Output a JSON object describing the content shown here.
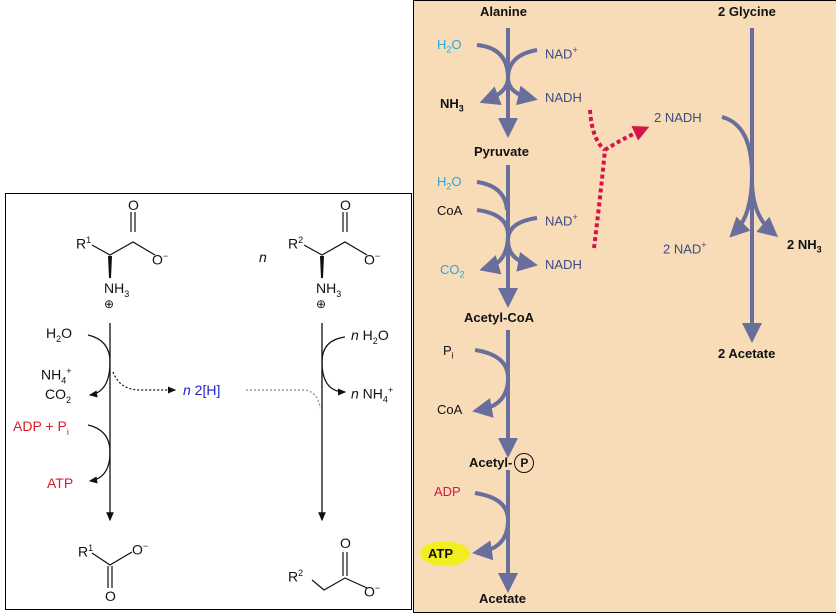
{
  "left_panel": {
    "reactant1": {
      "r": "R",
      "r_sup": "1",
      "carbonyl_o": "O",
      "o_minus": "O",
      "minus": "−",
      "nh3": "NH",
      "nh3_sub": "3",
      "charge": "⊕"
    },
    "multiplier_n": "n",
    "reactant2": {
      "r": "R",
      "r_sup": "2",
      "carbonyl_o": "O",
      "o_minus": "O",
      "minus": "−",
      "nh3": "NH",
      "nh3_sub": "3",
      "charge": "⊕"
    },
    "left_inputs": {
      "h2o": "H",
      "h2o_sub": "2",
      "h2o_o": "O",
      "nh4": "NH",
      "nh4_sub": "4",
      "nh4_sup": "+",
      "co2": "CO",
      "co2_sub": "2",
      "adp_pi": "ADP + P",
      "pi_sub": "i",
      "atp": "ATP"
    },
    "reducing_equivalents": {
      "n": "n",
      "text": " 2[H]"
    },
    "right_inputs": {
      "n1": "n",
      "h2o": " H",
      "h2o_sub": "2",
      "h2o_o": "O",
      "n2": "n",
      "nh4": " NH",
      "nh4_sub": "4",
      "nh4_sup": "+"
    },
    "product1": {
      "r": "R",
      "r_sup": "1",
      "o_minus": "O",
      "minus": "−",
      "o": "O"
    },
    "product2": {
      "r": "R",
      "r_sup": "2",
      "o": "O",
      "o_minus": "O",
      "minus": "−"
    }
  },
  "right_panel": {
    "alanine_pathway": {
      "alanine": "Alanine",
      "h2o_1": "H",
      "h2o_1_sub": "2",
      "h2o_1_o": "O",
      "nad_1": "NAD",
      "nad_1_sup": "+",
      "nh3": "NH",
      "nh3_sub": "3",
      "nadh_1": "NADH",
      "pyruvate": "Pyruvate",
      "h2o_2": "H",
      "h2o_2_sub": "2",
      "h2o_2_o": "O",
      "coa_1": "CoA",
      "nad_2": "NAD",
      "nad_2_sup": "+",
      "co2": "CO",
      "co2_sub": "2",
      "nadh_2": "NADH",
      "acetyl_coa": "Acetyl-CoA",
      "pi": "P",
      "pi_sub": "i",
      "coa_2": "CoA",
      "acetyl_p": "Acetyl-",
      "p": "P",
      "adp": "ADP",
      "atp": "ATP",
      "acetate": "Acetate"
    },
    "glycine_pathway": {
      "glycine": "2 Glycine",
      "nadh": "2 NADH",
      "nad": "2 NAD",
      "nad_sup": "+",
      "nh3": "2 NH",
      "nh3_sub": "3",
      "acetate": "2 Acetate"
    }
  },
  "colors": {
    "pathway_arrow": "#6a6e9c",
    "nadh_transfer": "#d8124a",
    "panel_bg": "#f8dcb8",
    "atp_highlight": "#f2ee22"
  }
}
